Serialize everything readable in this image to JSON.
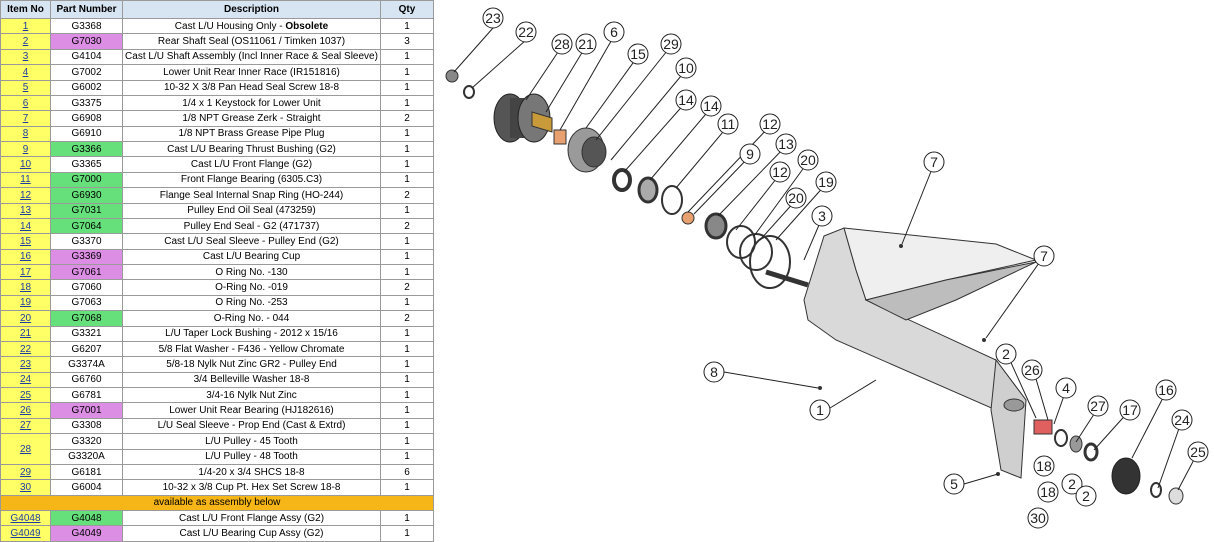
{
  "table": {
    "headers": {
      "item": "Item No",
      "part": "Part Number",
      "desc": "Description",
      "qty": "Qty"
    },
    "rows": [
      {
        "item": "1",
        "part": "G3368",
        "desc": "Cast L/U Housing Only - ",
        "desc_bold": "Obsolete",
        "qty": "1",
        "hl": ""
      },
      {
        "item": "2",
        "part": "G7030",
        "desc": "Rear Shaft Seal (OS11061 / Timken 1037)",
        "qty": "3",
        "hl": "pink"
      },
      {
        "item": "3",
        "part": "G4104",
        "desc": "Cast L/U Shaft Assembly (Incl Inner Race & Seal Sleeve)",
        "qty": "1",
        "hl": ""
      },
      {
        "item": "4",
        "part": "G7002",
        "desc": "Lower Unit Rear Inner Race (IR151816)",
        "qty": "1",
        "hl": ""
      },
      {
        "item": "5",
        "part": "G6002",
        "desc": "10-32 X 3/8 Pan Head Seal Screw 18-8",
        "qty": "1",
        "hl": ""
      },
      {
        "item": "6",
        "part": "G3375",
        "desc": "1/4 x 1 Keystock for Lower Unit",
        "qty": "1",
        "hl": ""
      },
      {
        "item": "7",
        "part": "G6908",
        "desc": "1/8 NPT Grease Zerk - Straight",
        "qty": "2",
        "hl": ""
      },
      {
        "item": "8",
        "part": "G6910",
        "desc": "1/8 NPT Brass Grease Pipe Plug",
        "qty": "1",
        "hl": ""
      },
      {
        "item": "9",
        "part": "G3366",
        "desc": "Cast L/U Bearing Thrust Bushing (G2)",
        "qty": "1",
        "hl": "green"
      },
      {
        "item": "10",
        "part": "G3365",
        "desc": "Cast L/U Front Flange (G2)",
        "qty": "1",
        "hl": ""
      },
      {
        "item": "11",
        "part": "G7000",
        "desc": "Front Flange Bearing (6305.C3)",
        "qty": "1",
        "hl": "green"
      },
      {
        "item": "12",
        "part": "G6930",
        "desc": "Flange Seal Internal Snap Ring (HO-244)",
        "qty": "2",
        "hl": "green"
      },
      {
        "item": "13",
        "part": "G7031",
        "desc": "Pulley End Oil Seal (473259)",
        "qty": "1",
        "hl": "green"
      },
      {
        "item": "14",
        "part": "G7064",
        "desc": "Pulley End Seal - G2 (471737)",
        "qty": "2",
        "hl": "green"
      },
      {
        "item": "15",
        "part": "G3370",
        "desc": "Cast L/U Seal Sleeve - Pulley End (G2)",
        "qty": "1",
        "hl": ""
      },
      {
        "item": "16",
        "part": "G3369",
        "desc": "Cast L/U Bearing Cup",
        "qty": "1",
        "hl": "pink"
      },
      {
        "item": "17",
        "part": "G7061",
        "desc": "O Ring No. -130",
        "qty": "1",
        "hl": "pink"
      },
      {
        "item": "18",
        "part": "G7060",
        "desc": "O-Ring No. -019",
        "qty": "2",
        "hl": ""
      },
      {
        "item": "19",
        "part": "G7063",
        "desc": "O Ring No. -253",
        "qty": "1",
        "hl": ""
      },
      {
        "item": "20",
        "part": "G7068",
        "desc": "O-Ring No. - 044",
        "qty": "2",
        "hl": "green"
      },
      {
        "item": "21",
        "part": "G3321",
        "desc": "L/U Taper Lock Bushing - 2012 x 15/16",
        "qty": "1",
        "hl": ""
      },
      {
        "item": "22",
        "part": "G6207",
        "desc": "5/8 Flat Washer - F436 - Yellow Chromate",
        "qty": "1",
        "hl": ""
      },
      {
        "item": "23",
        "part": "G3374A",
        "desc": "5/8-18 Nylk Nut Zinc GR2 - Pulley End",
        "qty": "1",
        "hl": ""
      },
      {
        "item": "24",
        "part": "G6760",
        "desc": "3/4 Belleville Washer 18-8",
        "qty": "1",
        "hl": ""
      },
      {
        "item": "25",
        "part": "G6781",
        "desc": "3/4-16 Nylk Nut Zinc",
        "qty": "1",
        "hl": ""
      },
      {
        "item": "26",
        "part": "G7001",
        "desc": "Lower Unit Rear Bearing (HJ182616)",
        "qty": "1",
        "hl": "pink"
      },
      {
        "item": "27",
        "part": "G3308",
        "desc": "L/U Seal Sleeve - Prop End (Cast & Extrd)",
        "qty": "1",
        "hl": ""
      }
    ],
    "row28": {
      "item": "28",
      "parts": [
        {
          "part": "G3320",
          "desc": "L/U Pulley - 45 Tooth",
          "qty": "1"
        },
        {
          "part": "G3320A",
          "desc": "L/U Pulley - 48 Tooth",
          "qty": "1"
        }
      ]
    },
    "rows_end": [
      {
        "item": "29",
        "part": "G6181",
        "desc": "1/4-20 x 3/4 SHCS 18-8",
        "qty": "6",
        "hl": ""
      },
      {
        "item": "30",
        "part": "G6004",
        "desc": "10-32 x 3/8 Cup Pt. Hex Set Screw 18-8",
        "qty": "1",
        "hl": ""
      }
    ],
    "banner": "available as assembly below",
    "assemblies": [
      {
        "item": "G4048",
        "part": "G4048",
        "desc": "Cast L/U Front Flange Assy (G2)",
        "qty": "1",
        "hl": "green"
      },
      {
        "item": "G4049",
        "part": "G4049",
        "desc": "Cast L/U Bearing Cup Assy (G2)",
        "qty": "1",
        "hl": "pink"
      }
    ]
  },
  "callouts": [
    "23",
    "22",
    "28",
    "21",
    "6",
    "15",
    "29",
    "10",
    "14",
    "14",
    "11",
    "12",
    "13",
    "9",
    "12",
    "20",
    "20",
    "19",
    "3",
    "7",
    "7",
    "8",
    "1",
    "2",
    "26",
    "4",
    "27",
    "17",
    "16",
    "24",
    "25",
    "18",
    "18",
    "2",
    "2",
    "5",
    "30"
  ],
  "colors": {
    "item_bg": "#ffff66",
    "green": "#66e07a",
    "pink": "#dc8ee4",
    "banner": "#f7b617",
    "header": "#d7e4f2"
  }
}
